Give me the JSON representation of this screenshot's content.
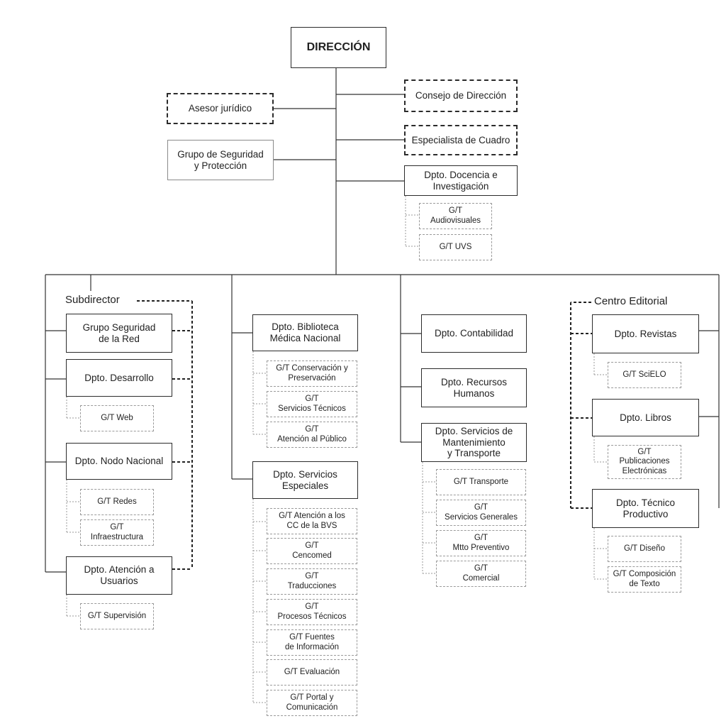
{
  "root": "DIRECCIÓN",
  "staff": {
    "asesor": "Asesor jurídico",
    "consejo": "Consejo de Dirección",
    "especialista": "Especialista de Cuadro",
    "seguridad": "Grupo de Seguridad\ny Protección",
    "docencia": "Dpto. Docencia e\nInvestigación",
    "docencia_groups": [
      "G/T\nAudiovisuales",
      "G/T UVS"
    ]
  },
  "subdirector": {
    "label": "Subdirector",
    "units": [
      {
        "name": "Grupo Seguridad\nde la Red",
        "groups": []
      },
      {
        "name": "Dpto. Desarrollo",
        "groups": [
          "G/T Web"
        ]
      },
      {
        "name": "Dpto. Nodo Nacional",
        "groups": [
          "G/T Redes",
          "G/T\nInfraestructura"
        ]
      },
      {
        "name": "Dpto. Atención a\nUsuarios",
        "groups": [
          "G/T Supervisión"
        ]
      }
    ]
  },
  "biblioteca": {
    "name": "Dpto. Biblioteca\nMédica Nacional",
    "groups": [
      "G/T Conservación y\nPreservación",
      "G/T\nServicios Técnicos",
      "G/T\nAtención al Público"
    ]
  },
  "servicios_especiales": {
    "name": "Dpto. Servicios\nEspeciales",
    "groups": [
      "G/T Atención a los\nCC de la BVS",
      "G/T\nCencomed",
      "G/T\nTraducciones",
      "G/T\nProcesos Técnicos",
      "G/T Fuentes\nde Información",
      "G/T Evaluación",
      "G/T Portal y\nComunicación"
    ]
  },
  "admin": {
    "contabilidad": "Dpto. Contabilidad",
    "recursos": "Dpto. Recursos\nHumanos",
    "mantenimiento": "Dpto. Servicios de\nMantenimiento\ny Transporte",
    "mantenimiento_groups": [
      "G/T Transporte",
      "G/T\nServicios Generales",
      "G/T\nMtto Preventivo",
      "G/T\nComercial"
    ]
  },
  "editorial": {
    "label": "Centro Editorial",
    "revistas": "Dpto. Revistas",
    "revistas_groups": [
      "G/T SciELO"
    ],
    "libros": "Dpto. Libros",
    "libros_groups": [
      "G/T\nPublicaciones\nElectrónicas"
    ],
    "tecnico": "Dpto. Técnico\nProductivo",
    "tecnico_groups": [
      "G/T Diseño",
      "G/T Composición\nde Texto"
    ]
  }
}
